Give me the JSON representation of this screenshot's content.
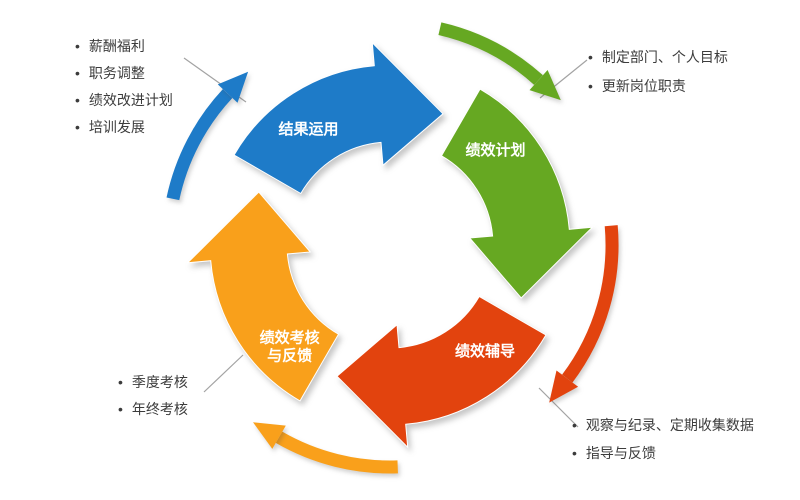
{
  "colors": {
    "background": "#FFFFFF",
    "leader_line": "#A3A3A3",
    "note_text": "#3C3C3C",
    "segment_label_text": "#FFFFFF"
  },
  "diagram": {
    "segments": [
      {
        "id": "results-application",
        "label": "结果运用",
        "label_lines": [
          "结果运用"
        ],
        "color": "#1E7BC8"
      },
      {
        "id": "performance-planning",
        "label": "绩效计划",
        "label_lines": [
          "绩效计划"
        ],
        "color": "#66A822"
      },
      {
        "id": "performance-coaching",
        "label": "绩效辅导",
        "label_lines": [
          "绩效辅导"
        ],
        "color": "#E2430E"
      },
      {
        "id": "performance-review-feedback",
        "label": "绩效考核与反馈",
        "label_lines": [
          "绩效考核",
          "与反馈"
        ],
        "color": "#F9A01B"
      }
    ]
  },
  "notes": {
    "top_left": {
      "items": [
        "薪酬福利",
        "职务调整",
        "绩效改进计划",
        "培训发展"
      ]
    },
    "top_right": {
      "items": [
        "制定部门、个人目标",
        "更新岗位职责"
      ]
    },
    "bottom_right": {
      "items": [
        "观察与纪录、定期收集数据",
        "指导与反馈"
      ]
    },
    "bottom_left": {
      "items": [
        "季度考核",
        "年终考核"
      ]
    }
  }
}
